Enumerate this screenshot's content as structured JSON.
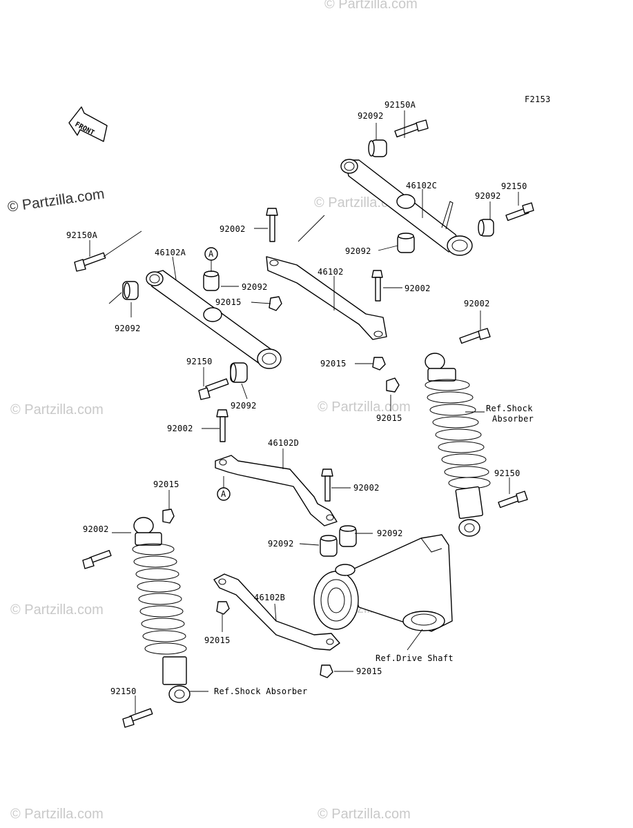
{
  "figure_code": "F2153",
  "front_marker": "FRONT",
  "watermark_main": "© Partzilla.com",
  "watermark_repeat": "© Partzilla.com",
  "callouts": {
    "ref_a_top": "A",
    "ref_a_bottom": "A"
  },
  "labels": [
    {
      "id": "p92150A-top",
      "text": "92150A"
    },
    {
      "id": "p92092-top",
      "text": "92092"
    },
    {
      "id": "p46102C",
      "text": "46102C"
    },
    {
      "id": "p92150-right",
      "text": "92150"
    },
    {
      "id": "p92092-right",
      "text": "92092"
    },
    {
      "id": "p92092-mid",
      "text": "92092"
    },
    {
      "id": "p92002-upper",
      "text": "92002"
    },
    {
      "id": "p92150A-left",
      "text": "92150A"
    },
    {
      "id": "p46102A",
      "text": "46102A"
    },
    {
      "id": "p92092-a",
      "text": "92092"
    },
    {
      "id": "p92015-a",
      "text": "92015"
    },
    {
      "id": "p46102",
      "text": "46102"
    },
    {
      "id": "p92002-mid",
      "text": "92002"
    },
    {
      "id": "p92092-left",
      "text": "92092"
    },
    {
      "id": "p92002-right",
      "text": "92002"
    },
    {
      "id": "p92015-mid",
      "text": "92015"
    },
    {
      "id": "p92150-left",
      "text": "92150"
    },
    {
      "id": "p92092-low",
      "text": "92092"
    },
    {
      "id": "p92015-shock",
      "text": "92015"
    },
    {
      "id": "p-ref-shock-right",
      "text": "Ref.Shock"
    },
    {
      "id": "p-ref-shock-right2",
      "text": "Absorber"
    },
    {
      "id": "p92002-low",
      "text": "92002"
    },
    {
      "id": "p46102D",
      "text": "46102D"
    },
    {
      "id": "p92002-d",
      "text": "92002"
    },
    {
      "id": "p92150-shock",
      "text": "92150"
    },
    {
      "id": "p92015-leftshock",
      "text": "92015"
    },
    {
      "id": "p92002-leftshock",
      "text": "92002"
    },
    {
      "id": "p92092-d1",
      "text": "92092"
    },
    {
      "id": "p92092-d2",
      "text": "92092"
    },
    {
      "id": "p46102B",
      "text": "46102B"
    },
    {
      "id": "p92015-b",
      "text": "92015"
    },
    {
      "id": "p-ref-drive",
      "text": "Ref.Drive Shaft"
    },
    {
      "id": "p92015-drive",
      "text": "92015"
    },
    {
      "id": "p92150-bottom",
      "text": "92150"
    },
    {
      "id": "p-ref-shock-bottom",
      "text": "Ref.Shock Absorber"
    }
  ]
}
